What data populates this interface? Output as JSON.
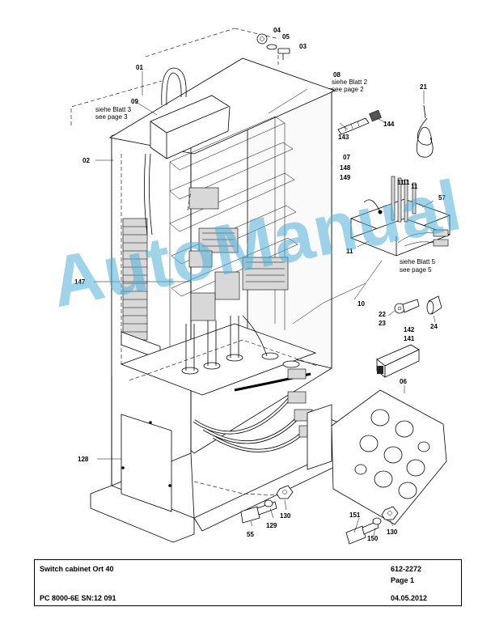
{
  "drawing": {
    "part_labels": {
      "p01": "01",
      "p02": "02",
      "p03": "03",
      "p04": "04",
      "p05": "05",
      "p06": "06",
      "p07": "07",
      "p08": "08",
      "p09": "09",
      "p10": "10",
      "p11": "11",
      "p11a": "11",
      "p11b": "11",
      "p11c": "11",
      "p21": "21",
      "p22": "22",
      "p23": "23",
      "p24": "24",
      "p55": "55",
      "p57": "57",
      "p128": "128",
      "p129": "129",
      "p130": "130",
      "p130b": "130",
      "p141": "141",
      "p142": "142",
      "p143": "143",
      "p144": "144",
      "p147": "147",
      "p148": "148",
      "p149": "149",
      "p150": "150",
      "p151": "151"
    },
    "notes": {
      "blatt3_de": "siehe Blatt 3",
      "blatt3_en": "see page 3",
      "blatt2_de": "siehe Blatt 2",
      "blatt2_en": "see page 2",
      "blatt5_de": "siehe Blatt 5",
      "blatt5_en": "see page 5"
    },
    "watermark": "AutoManual",
    "watermark_color": "#50AFD7"
  },
  "footer": {
    "title": "Switch cabinet Ort 40",
    "doc_number": "612-2272",
    "page": "Page 1",
    "model": "PC 8000-6E SN:12 091",
    "date": "04.05.2012"
  }
}
